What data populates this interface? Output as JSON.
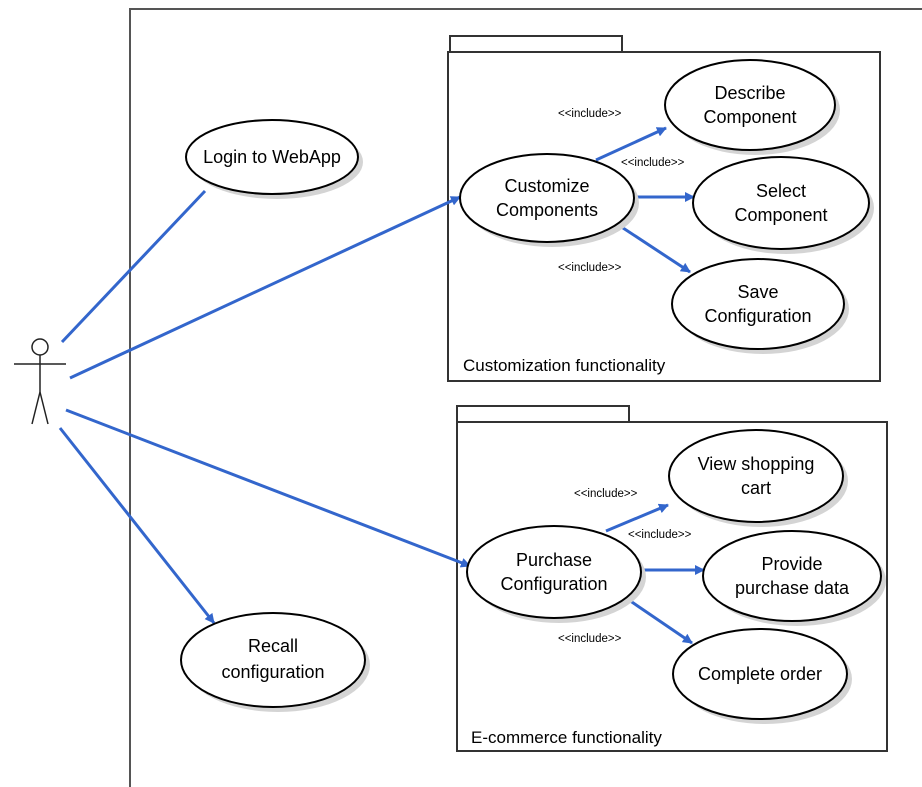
{
  "diagram": {
    "use_cases": {
      "login": {
        "lines": [
          "Login to WebApp"
        ]
      },
      "recall": {
        "lines": [
          "Recall",
          "configuration"
        ]
      },
      "customize": {
        "lines": [
          "Customize",
          "Components"
        ]
      },
      "describe": {
        "lines": [
          "Describe",
          "Component"
        ]
      },
      "select": {
        "lines": [
          "Select",
          "Component"
        ]
      },
      "save": {
        "lines": [
          "Save",
          "Configuration"
        ]
      },
      "purchase": {
        "lines": [
          "Purchase",
          "Configuration"
        ]
      },
      "view_cart": {
        "lines": [
          "View shopping",
          "cart"
        ]
      },
      "provide_data": {
        "lines": [
          "Provide",
          "purchase data"
        ]
      },
      "complete_order": {
        "lines": [
          "Complete order"
        ]
      }
    },
    "packages": {
      "customization": {
        "label": "Customization functionality"
      },
      "ecommerce": {
        "label": "E-commerce functionality"
      }
    },
    "include_label": "<<include>>",
    "colors": {
      "association": "#3366cc",
      "outline": "#000000",
      "shadow": "#d4d4d4"
    }
  }
}
